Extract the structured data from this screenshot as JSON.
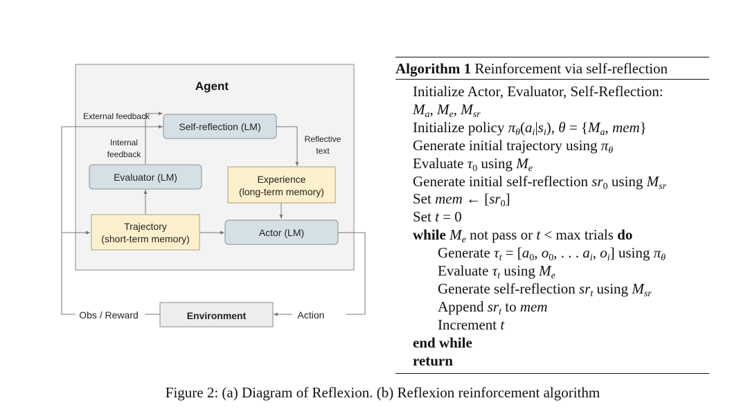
{
  "diagram": {
    "title": "Agent",
    "nodes": {
      "self_reflection": "Self-reflection (LM)",
      "evaluator": "Evaluator (LM)",
      "experience_line1": "Experience",
      "experience_line2": "(long-term memory)",
      "trajectory_line1": "Trajectory",
      "trajectory_line2": "(short-term memory)",
      "actor": "Actor (LM)",
      "environment": "Environment"
    },
    "edge_labels": {
      "external_feedback": "External feedback",
      "internal_feedback_line1": "Internal",
      "internal_feedback_line2": "feedback",
      "reflective_text_line1": "Reflective",
      "reflective_text_line2": "text",
      "obs_reward": "Obs / Reward",
      "action": "Action"
    },
    "colors": {
      "agent_box_fill": "#f3f3f3",
      "lm_box_fill": "#d5e0e6",
      "memory_box_fill": "#fdf0cc",
      "environment_fill": "#ededed"
    }
  },
  "algorithm": {
    "label": "Algorithm 1",
    "title": "Reinforcement via self-reflection",
    "l1_text": "Initialize Actor, Evaluator, Self-Reflection:",
    "l3_text": "Initialize policy",
    "l4_text": "Generate initial trajectory using",
    "l5_text": "Evaluate",
    "l5_using": "using",
    "l6_text": "Generate initial self-reflection",
    "l6_using": "using",
    "l7_text": "Set",
    "l8_text": "Set",
    "l9_while": "while",
    "l9_mid": "not pass or",
    "l9_trials": "max trials",
    "l9_do": "do",
    "l10_text": "Generate",
    "l10_using": "using",
    "l11_text": "Evaluate",
    "l11_using": "using",
    "l12_text": "Generate self-reflection",
    "l12_using": "using",
    "l13_text": "Append",
    "l13_to": "to",
    "l14_text": "Increment",
    "l15_text": "end while",
    "l16_text": "return"
  },
  "caption": "Figure 2: (a) Diagram of Reflexion. (b) Reflexion reinforcement algorithm"
}
